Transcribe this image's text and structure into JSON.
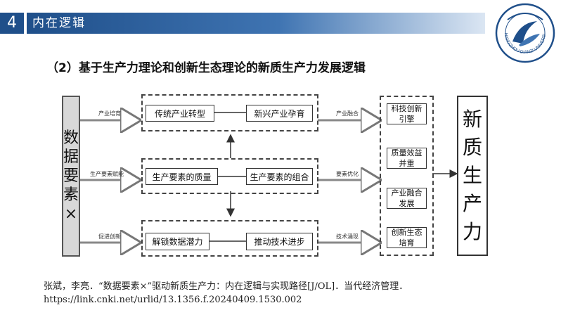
{
  "header": {
    "number": "4",
    "title": "内在逻辑"
  },
  "logo": {
    "name": "university-logo",
    "text": "HANGZHOU DIANZI UNIVERSITY"
  },
  "subtitle": "（2）基于生产力理论和创新生态理论的新质生产力发展逻辑",
  "diagram": {
    "left_box": "数\n据\n要\n素\n×",
    "right_box": "新\n质\n生\n产\n力",
    "input_labels": [
      "产业培育",
      "生产要素赋能",
      "促进创新"
    ],
    "rows": [
      {
        "left": "传统产业转型",
        "right": "新兴产业孕育",
        "output_label": "产业融合"
      },
      {
        "left": "生产要素的质量",
        "right": "生产要素的组合",
        "output_label": "要素优化"
      },
      {
        "left": "解锁数据潜力",
        "right": "推动技术进步",
        "output_label": "技术涌现"
      }
    ],
    "outcomes": [
      "科技创新\n引擎",
      "质量效益\n并重",
      "产业融合\n发展",
      "创新生态\n培育"
    ]
  },
  "citation": {
    "line1": "张斌，李亮．“数据要素×”驱动新质生产力：内在逻辑与实现路径[J/OL]．当代经济管理．",
    "line2": "https://link.cnki.net/urlid/13.1356.f.20240409.1530.002"
  },
  "colors": {
    "header": "#1f4f8a",
    "left_box": "#d8d8d8"
  }
}
